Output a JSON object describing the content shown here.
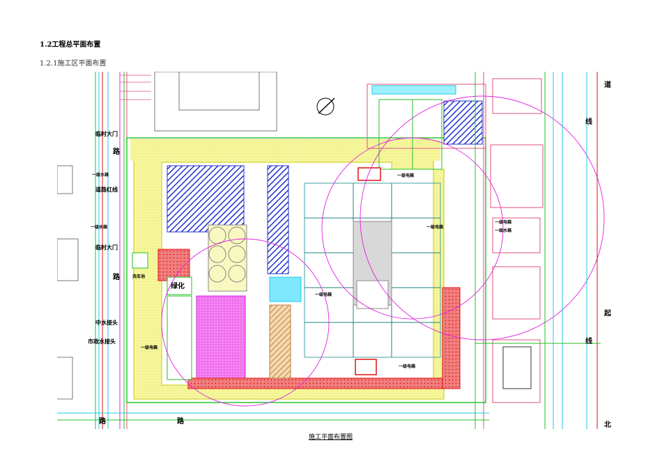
{
  "heading": {
    "section": "1.2工程总平面布置",
    "subsection": "1.2.1施工区平面布置"
  },
  "caption": "施工平面布置图",
  "colors": {
    "road": "#eeee00",
    "road_fill": "#fafaa8",
    "blue_hatch": "#1f2fcf",
    "magenta": "#e020e0",
    "red": "#e01010",
    "green": "#20c020",
    "cyan": "#20c8e0",
    "pink_line": "#e0507a",
    "gray": "#6a6a6a"
  },
  "labels": {
    "temp_gate_1": "临时大门",
    "temp_gate_2": "临时大门",
    "wash_tank": "洗车池",
    "road_red_line": "道路红线",
    "reclaimed_water": "中水接头",
    "municipal_water": "市政水接头",
    "greening": "绿化",
    "water_box_left": "一级水箱",
    "water_box_left2": "一级水箱",
    "water_box_right": "一级水箱",
    "elec_box_1": "一级电箱",
    "elec_box_2": "一级电箱",
    "elec_box_3": "一级电箱",
    "elec_box_4": "一级电箱",
    "elec_box_right": "一级电箱",
    "elec_box_left": "一级电箱",
    "street_left_1": "路",
    "street_left_2": "路",
    "street_left_3": "路",
    "street_left_4": "路",
    "street_right_1": "道",
    "street_right_2": "线",
    "street_right_3": "起",
    "street_right_4": "线",
    "street_right_5": "北"
  }
}
